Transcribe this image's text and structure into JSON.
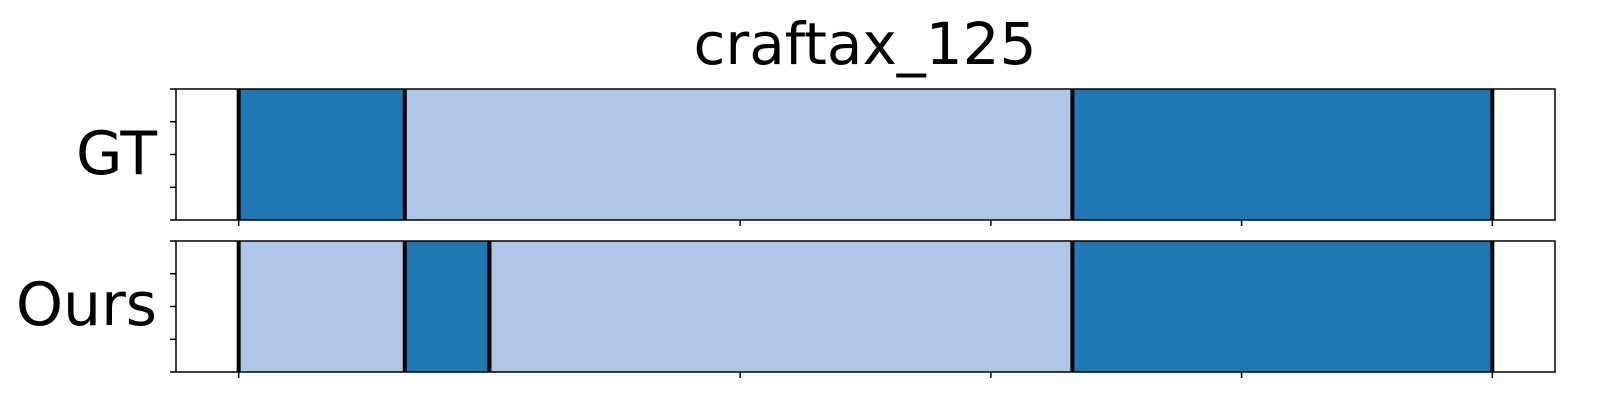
{
  "chart_data": {
    "type": "bar",
    "title": "craftax_125",
    "x_range": [
      -0.5,
      21.5
    ],
    "rows": [
      {
        "label": "GT",
        "segments": [
          {
            "start": 0.5,
            "end": 3.15,
            "color": "#1f77b4"
          },
          {
            "start": 3.15,
            "end": 13.8,
            "color": "#aec7e8"
          },
          {
            "start": 13.8,
            "end": 20.5,
            "color": "#1f77b4"
          }
        ],
        "boundaries": [
          0.5,
          3.15,
          13.8,
          20.5
        ]
      },
      {
        "label": "Ours",
        "segments": [
          {
            "start": 0.5,
            "end": 3.15,
            "color": "#aec7e8"
          },
          {
            "start": 3.15,
            "end": 4.5,
            "color": "#1f77b4"
          },
          {
            "start": 4.5,
            "end": 13.8,
            "color": "#aec7e8"
          },
          {
            "start": 13.8,
            "end": 20.5,
            "color": "#1f77b4"
          }
        ],
        "boundaries": [
          0.5,
          3.15,
          4.5,
          13.8,
          20.5
        ]
      }
    ],
    "x_ticks": [
      0.5,
      8.5,
      12.5,
      16.5,
      20.5
    ],
    "y_ticks_per_row": 5,
    "grid": false,
    "colors": {
      "dark": "#1f77b4",
      "light": "#aec7e8",
      "boundary": "#000000"
    }
  }
}
